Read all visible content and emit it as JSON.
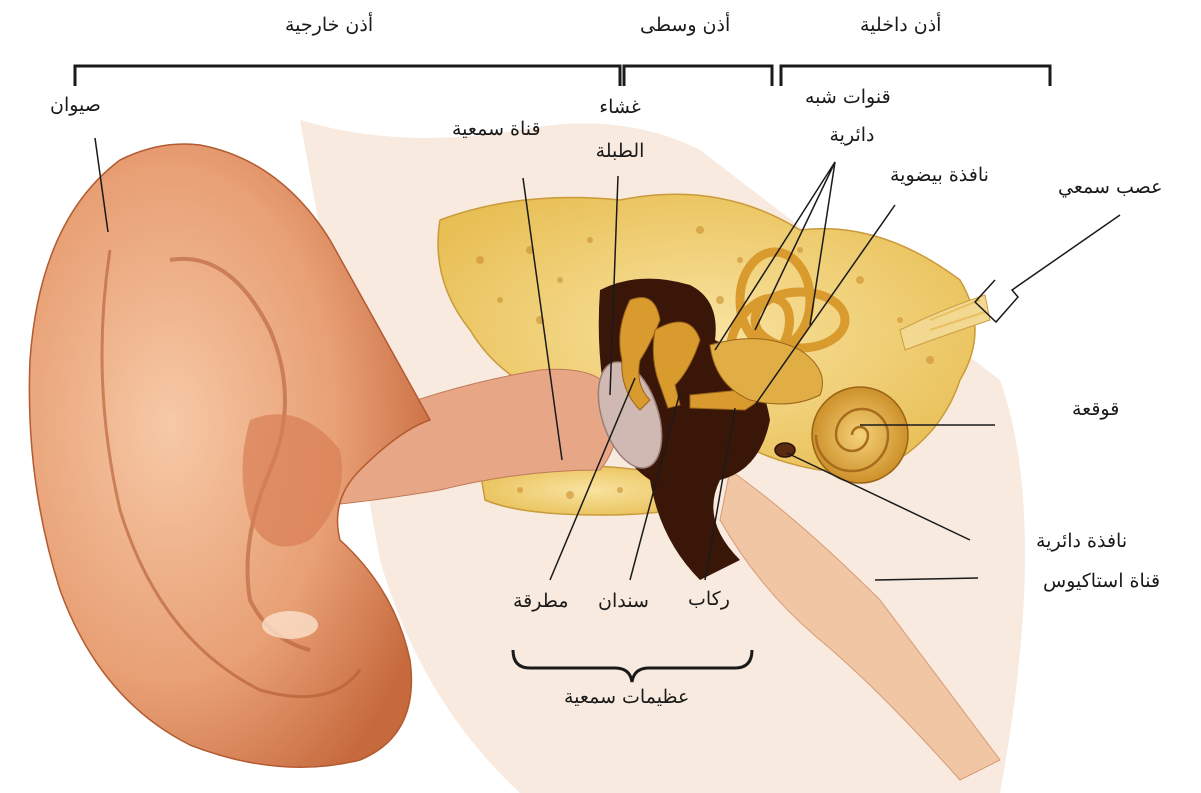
{
  "sections": {
    "outer_ear": "أذن خارجية",
    "middle_ear": "أذن وسطى",
    "inner_ear": "أذن داخلية"
  },
  "labels": {
    "pinna": "صيوان",
    "ear_canal": "قناة سمعية",
    "eardrum_line1": "غشاء",
    "eardrum_line2": "الطبلة",
    "semicircular_line1": "قنوات شبه",
    "semicircular_line2": "دائرية",
    "oval_window": "نافذة بيضوية",
    "auditory_nerve": "عصب سمعي",
    "cochlea": "قوقعة",
    "round_window": "نافذة دائرية",
    "eustachian_tube": "قناة استاكيوس",
    "stirrup": "ركاب",
    "anvil": "سندان",
    "hammer": "مطرقة",
    "ossicles": "عظيمات سمعية"
  },
  "colors": {
    "skin": "#e8a27a",
    "bone": "#f0cf6e",
    "ossicle": "#d99a2e",
    "cavity": "#3a1608",
    "line": "#1a1a1a"
  }
}
